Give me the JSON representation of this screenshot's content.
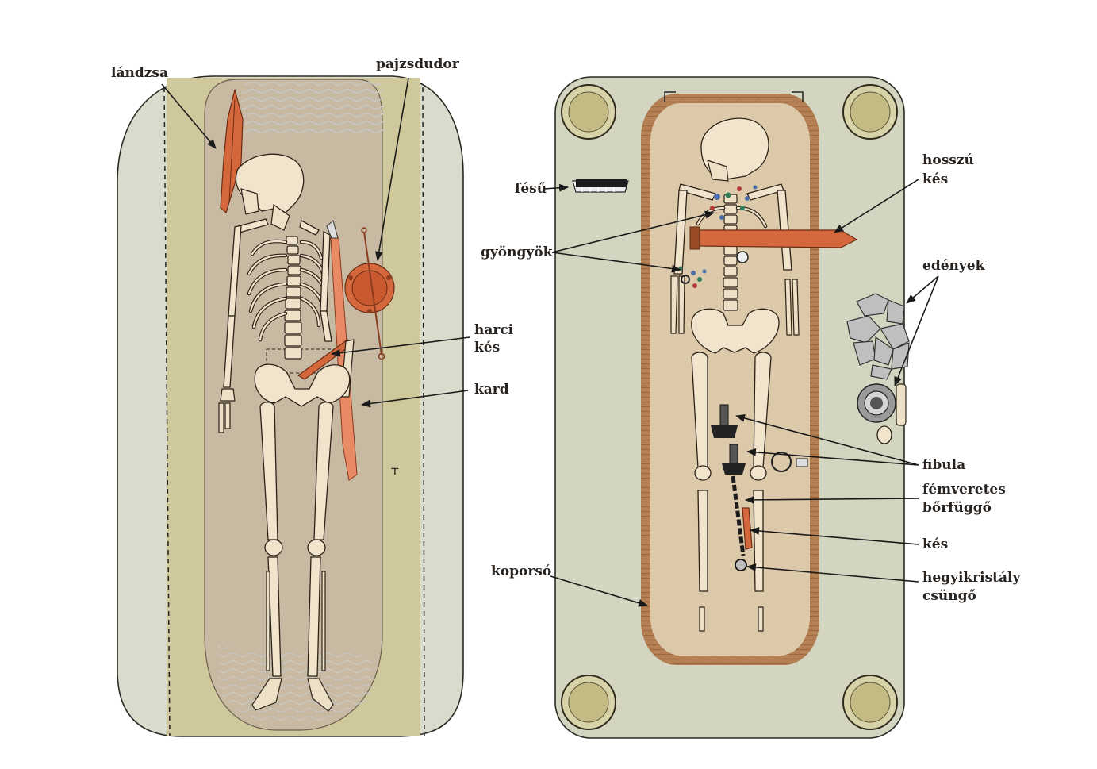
{
  "labels": {
    "landzsa": "lándzsa",
    "pajzsdudor": "pajzsdudor",
    "harci_1": "harci",
    "harci_2": "kés",
    "kard": "kard",
    "fesu": "fésű",
    "gyongyok": "gyöngyök",
    "hosszu_1": "hosszú",
    "hosszu_2": "kés",
    "edenyek": "edények",
    "fibula": "fibula",
    "femveretes_1": "fémveretes",
    "femveretes_2": "bőrfüggő",
    "kes": "kés",
    "hegyikristaly_1": "hegyikristály",
    "hegyikristaly_2": "csüngő",
    "koporso": "koporsó"
  },
  "colors": {
    "outer_pit": "#d9dccc",
    "grave_fill": "#cfc89c",
    "coffin_left": "#c7b9a2",
    "right_floor": "#d3d5c0",
    "coffin_wood": "#b07a4e",
    "coffin_inner": "#dcc9a9",
    "bone": "#f1e4cc",
    "copper": "#d4683c"
  }
}
